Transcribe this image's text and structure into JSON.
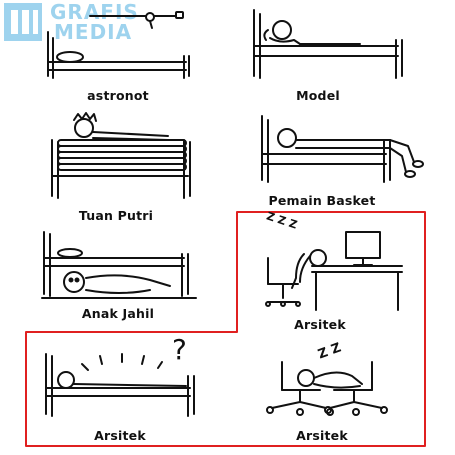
{
  "logo": {
    "line1": "GRAFIS",
    "line2": "MEDIA",
    "color": "#9ed3ee"
  },
  "captions": {
    "astronot": "astronot",
    "model": "Model",
    "tuan_putri": "Tuan Putri",
    "pemain_basket": "Pemain Basket",
    "anak_jahil": "Anak Jahil",
    "arsitek_desk": "Arsitek",
    "arsitek_bed": "Arsitek",
    "arsitek_chairs": "Arsitek"
  },
  "highlight": {
    "color": "#e02020"
  },
  "annotations": {
    "question_mark": "?",
    "zzz": "Z Z Z",
    "zz": "Z Z"
  }
}
